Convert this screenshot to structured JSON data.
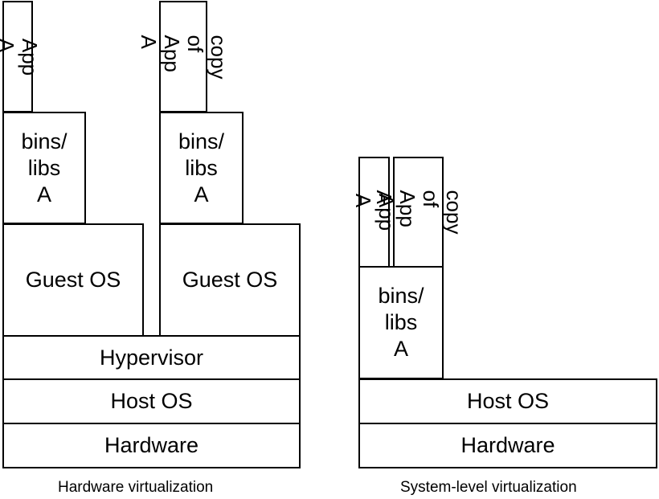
{
  "hardware_virtualization": {
    "caption": "Hardware virtualization",
    "app_a": "App A",
    "copy_app_a": "copy of\nApp A",
    "bins_libs_left": "bins/\nlibs\nA",
    "bins_libs_right": "bins/\nlibs\nA",
    "guest_os_left": "Guest OS",
    "guest_os_right": "Guest OS",
    "hypervisor": "Hypervisor",
    "host_os": "Host OS",
    "hardware": "Hardware"
  },
  "system_level_virtualization": {
    "caption": "System-level virtualization",
    "app_a": "App A",
    "copy_app_a": "copy of\nApp A",
    "bins_libs": "bins/\nlibs\nA",
    "host_os": "Host OS",
    "hardware": "Hardware"
  }
}
